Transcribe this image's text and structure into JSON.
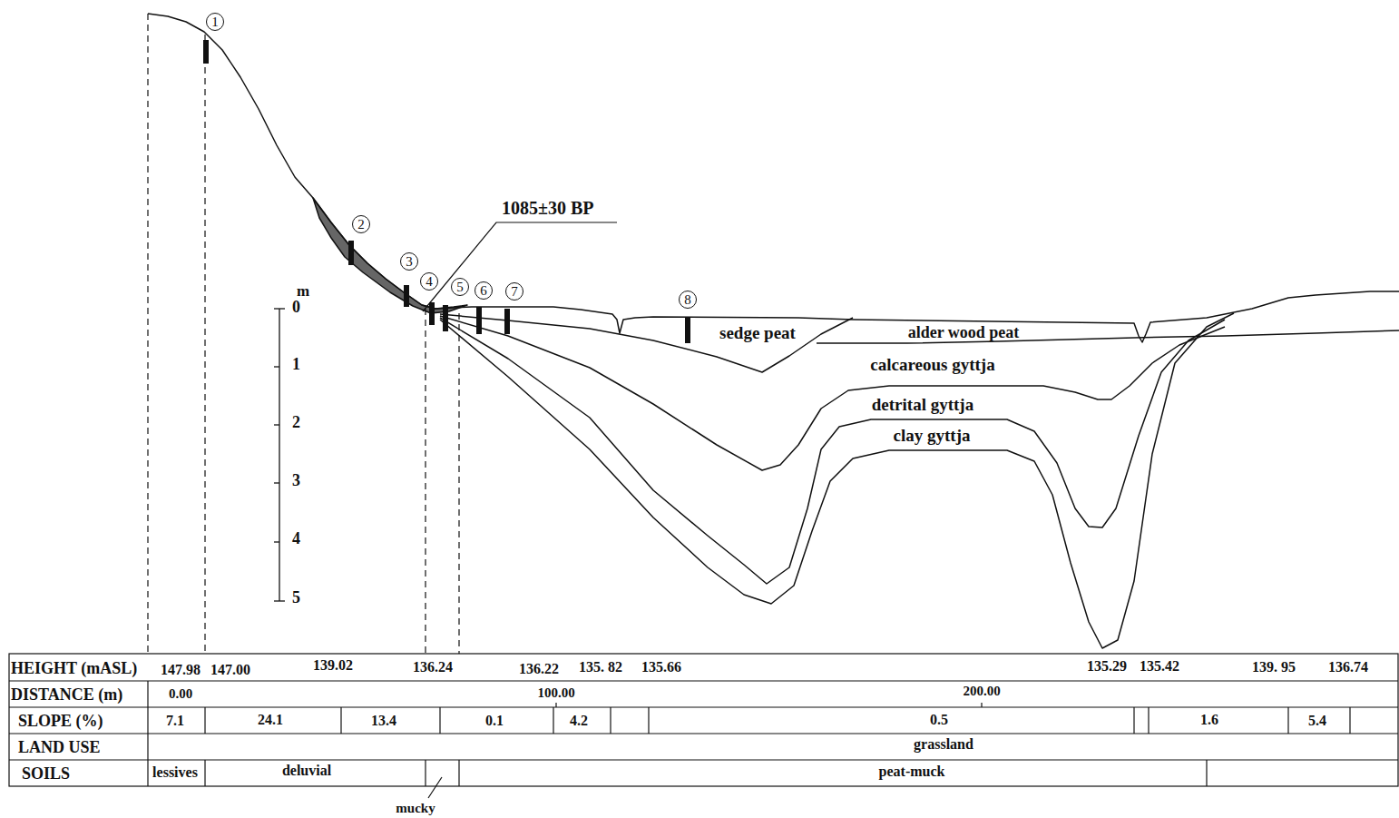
{
  "diagram": {
    "nodes": [
      {
        "text": [
          "1"
        ]
      },
      {
        "text": [
          "2"
        ]
      },
      {
        "text": [
          "3"
        ]
      },
      {
        "text": [
          "4"
        ]
      },
      {
        "text": [
          "5"
        ]
      },
      {
        "text": [
          "6"
        ]
      },
      {
        "text": [
          "7"
        ]
      },
      {
        "text": [
          "8"
        ]
      }
    ],
    "labels": [
      "1085±30 BP",
      "m",
      "0",
      "1",
      "2",
      "3",
      "4",
      "5",
      "sedge peat",
      "alder wood peat",
      "calcareous gyttja",
      "detrital gyttja",
      "clay gyttja",
      "HEIGHT (mASL)",
      "147.98",
      "147.00",
      "139.02",
      "136.24",
      "136.22",
      "135. 82",
      "135.66",
      "135.29",
      "135.42",
      "139. 95",
      "136.74",
      "DISTANCE (m)",
      "0.00",
      "100.00",
      "200.00",
      "SLOPE (%)",
      "7.1",
      "24.1",
      "13.4",
      "0.1",
      "4.2",
      "0.5",
      "1.6",
      "5.4",
      "LAND USE",
      "grassland",
      "SOILS",
      "lessives",
      "deluvial",
      "peat-muck",
      "mucky"
    ]
  }
}
